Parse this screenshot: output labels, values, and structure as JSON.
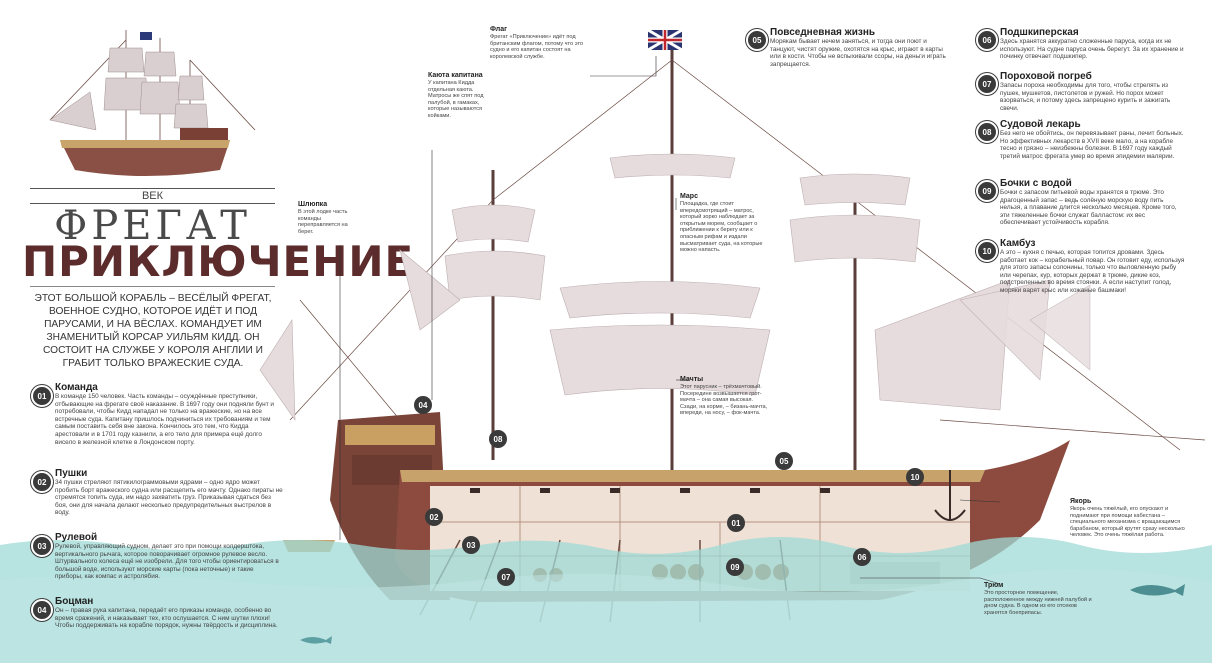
{
  "header": {
    "kicker": "ВЕК",
    "title_line1": "ФРЕГАТ",
    "title_line2": "ПРИКЛЮЧЕНИЕ",
    "intro": "ЭТОТ БОЛЬШОЙ КОРАБЛЬ – ВЕСЁЛЫЙ ФРЕГАТ, ВОЕННОЕ СУДНО, КОТОРОЕ ИДЁТ И ПОД ПАРУСАМИ, И НА ВЁСЛАХ. КОМАНДУЕТ ИМ ЗНАМЕНИТЫЙ КОРСАР УИЛЬЯМ КИДД. ОН СОСТОИТ НА СЛУЖБЕ У КОРОЛЯ АНГЛИИ И ГРАБИТ ТОЛЬКО ВРАЖЕСКИЕ СУДА."
  },
  "left_items": [
    {
      "num": "01",
      "title": "Команда",
      "text": "В команде 150 человек. Часть команды – осуждённые преступники, отбывающие на фрегате своё наказание. В 1697 году они подняли бунт и потребовали, чтобы Кидд нападал не только на вражеские, но на все встречные суда. Капитану пришлось подчиниться их требованиям и тем самым поставить себя вне закона. Кончилось это тем, что Кидда арестовали и в 1701 году казнили, а его тело для примера ещё долго висело в железной клетке в Лондонском порту."
    },
    {
      "num": "02",
      "title": "Пушки",
      "text": "34 пушки стреляют пятикилограммовыми ядрами – одно ядро может пробить борт вражеского судна или расщепить его мачту. Однако пираты не стремятся топить суда, им надо захватить груз. Приказывая сдаться без боя, они для начала делают несколько предупредительных выстрелов в воду."
    },
    {
      "num": "03",
      "title": "Рулевой",
      "text": "Рулевой, управляющий судном, делает это при помощи колдерштока, вертикального рычага, которое поворачивает огромное рулевое весло. Штурвального колеса ещё не изобрели. Для того чтобы ориентироваться в большой воде, используют морские карты (пока неточные) и такие приборы, как компас и астролябия."
    },
    {
      "num": "04",
      "title": "Боцман",
      "text": "Он – правая рука капитана, передаёт его приказы команде, особенно во время сражений, и наказывает тех, кто ослушается. С ним шутки плохи! Чтобы поддерживать на корабле порядок, нужны твёрдость и дисциплина."
    }
  ],
  "right_items": [
    {
      "num": "05",
      "title": "Повседневная жизнь",
      "text": "Морякам бывает нечем заняться, и тогда они поют и танцуют, чистят оружие, охотятся на крыс, играют в карты или в кости. Чтобы не вспыхивали ссоры, на деньги играть запрещается."
    },
    {
      "num": "06",
      "title": "Подшкиперская",
      "text": "Здесь хранятся аккуратно сложенные паруса, когда их не используют. На судне паруса очень берегут. За их хранение и починку отвечает подшкипер."
    },
    {
      "num": "07",
      "title": "Пороховой погреб",
      "text": "Запасы пороха необходимы для того, чтобы стрелять из пушек, мушкетов, пистолетов и ружей. Но порох может взорваться, и потому здесь запрещено курить и зажигать свечи."
    },
    {
      "num": "08",
      "title": "Судовой лекарь",
      "text": "Без него не обойтись, он перевязывает раны, лечит больных. Но эффективных лекарств в XVII веке мало, а на корабле тесно и грязно – неизбежны болезни. В 1697 году каждый третий матрос фрегата умер во время эпидемии малярии."
    },
    {
      "num": "09",
      "title": "Бочки с водой",
      "text": "Бочки с запасом питьевой воды хранятся в трюме. Это драгоценный запас – ведь солёную морскую воду пить нельзя, а плавание длится несколько месяцев. Кроме того, эти тяжеленные бочки служат балластом: их вес обеспечивает устойчивость корабля."
    },
    {
      "num": "10",
      "title": "Камбуз",
      "text": "А это – кухня с печью, которая топится дровами. Здесь работает кок – корабельный повар. Он готовит еду, используя для этого запасы солонины, только что выловленную рыбу или черепах, кур, которых держат в трюме, дикие коз, подстреленных во время стоянки. А если наступит голод, моряки варят крыс или кожаные башмаки!"
    }
  ],
  "callouts": {
    "flag": {
      "title": "Флаг",
      "text": "Фрегат «Приключение» идёт под британским флагом, потому что это судно и его капитан состоят на королевской службе."
    },
    "cabin": {
      "title": "Каюта капитана",
      "text": "У капитана Кидда отдельная каюта. Матросы же спят под палубой, в гамаках, которые называются койками."
    },
    "boat": {
      "title": "Шлюпка",
      "text": "В этой лодке часть команды переправляется на берег."
    },
    "mars": {
      "title": "Марс",
      "text": "Площадка, где стоит впередсмотрящий – матрос, который зорко наблюдает за открытым морем, сообщает о приближении к берегу или к опасным рифам и издали высматривает суда, на которые можно напасть."
    },
    "masts": {
      "title": "Мачты",
      "text": "Этот парусник – трёхмачтовый. Посередине возвышается грот-мачта – она самая высокая. Сзади, на корме, – бизань-мачта, впереди, на носу, – фок-мачта."
    },
    "anchor": {
      "title": "Якорь",
      "text": "Якорь очень тяжёлый, его опускают и поднимают при помощи кабестана – специального механизма с вращающимся барабаном, который крутят сразу несколько человек. Это очень тяжёлая работа."
    },
    "hold": {
      "title": "Трюм",
      "text": "Это просторное помещение, расположенное между нижней палубой и дном судна. В одном из его отсеков хранятся боеприпасы."
    }
  },
  "ship_markers": [
    "04",
    "01",
    "02",
    "03",
    "05",
    "06",
    "07",
    "08",
    "09",
    "10"
  ],
  "colors": {
    "hull": "#8a4b3c",
    "sail": "#e9dfe0",
    "sea": "#7fcfcf",
    "title_accent": "#5c2b2b",
    "badge": "#3a3a3a"
  }
}
